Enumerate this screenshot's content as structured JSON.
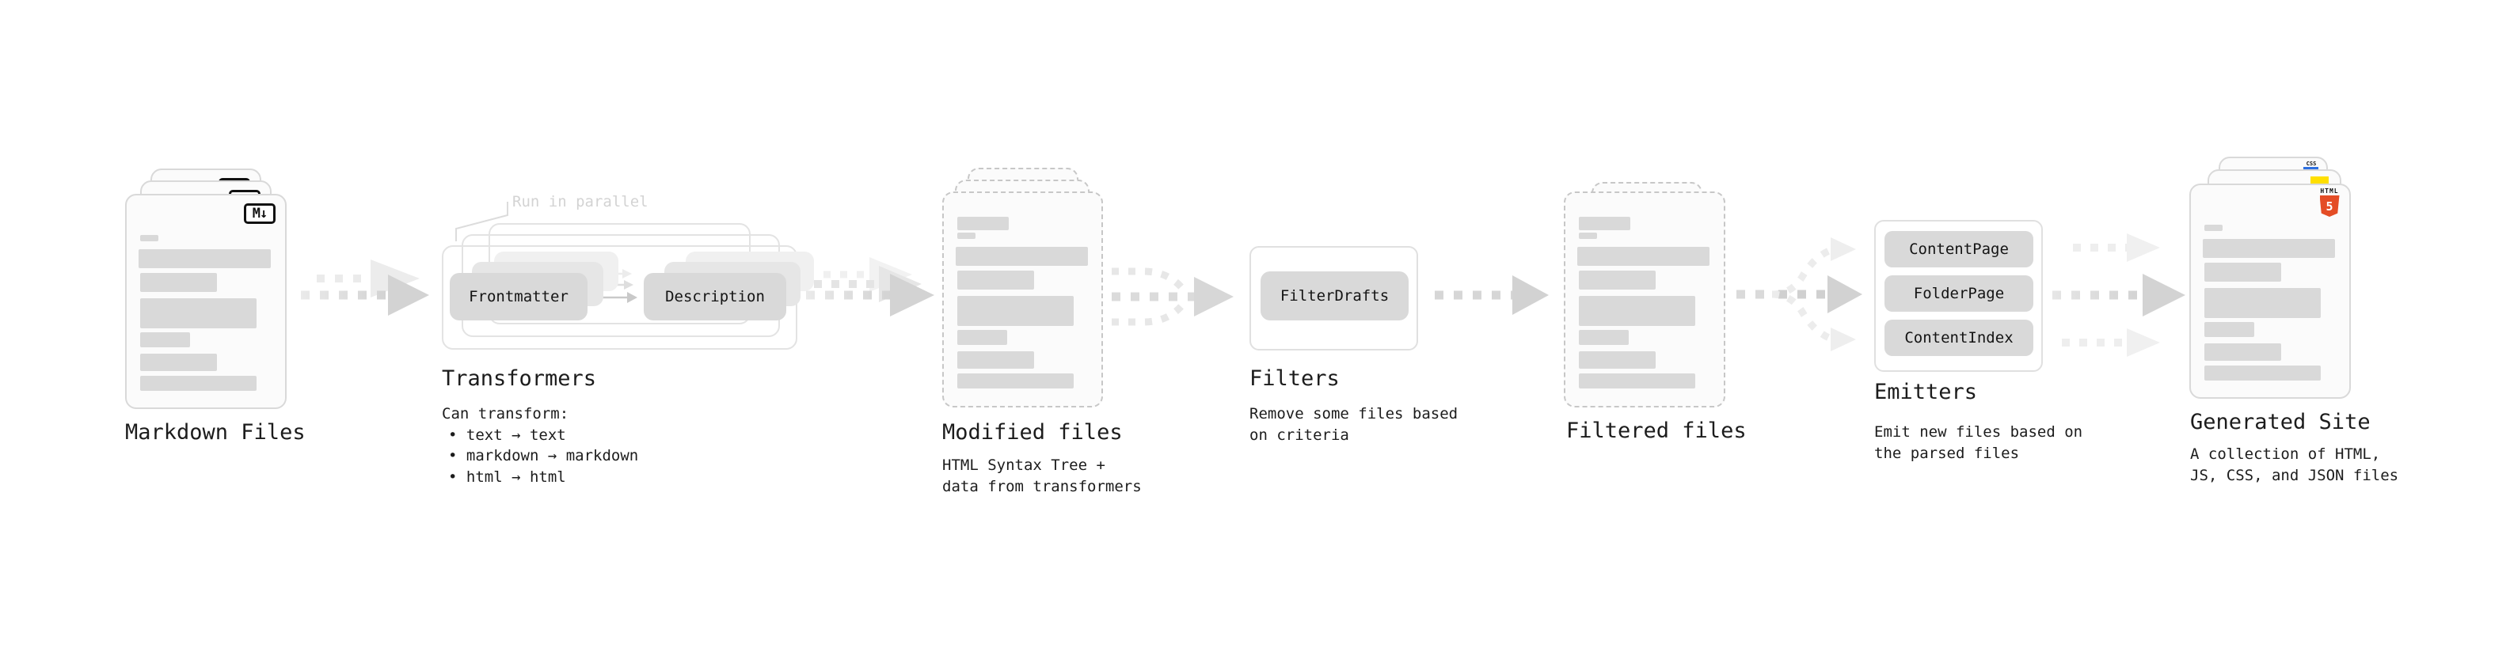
{
  "sections": {
    "markdown_files": {
      "label": "Markdown Files",
      "badge": "M↓"
    },
    "transformers": {
      "label": "Transformers",
      "note": "Run in parallel",
      "pill_left": "Frontmatter",
      "pill_right": "Description",
      "desc_title": "Can transform:",
      "bullets": [
        "• text → text",
        "• markdown → markdown",
        "• html → html"
      ]
    },
    "modified_files": {
      "label": "Modified files",
      "desc_line1": "HTML Syntax Tree +",
      "desc_line2": "data from transformers"
    },
    "filters": {
      "label": "Filters",
      "pill": "FilterDrafts",
      "desc_line1": "Remove some files based",
      "desc_line2": "on criteria"
    },
    "filtered_files": {
      "label": "Filtered files"
    },
    "emitters": {
      "label": "Emitters",
      "pills": [
        "ContentPage",
        "FolderPage",
        "ContentIndex"
      ],
      "desc_line1": "Emit new files based on",
      "desc_line2": "the parsed files"
    },
    "generated_site": {
      "label": "Generated Site",
      "badge_css": "CSS",
      "badge_html_label": "HTML",
      "badge_html_number": "5",
      "desc_line1": "A collection of HTML,",
      "desc_line2": "JS, CSS, and JSON files"
    }
  },
  "colors": {
    "html5_orange": "#e44d26",
    "js_yellow": "#ffdf00",
    "css_blue": "#2d6fe0",
    "pill_gray": "#d9d9d9",
    "note_gray": "#d3d3d3"
  }
}
